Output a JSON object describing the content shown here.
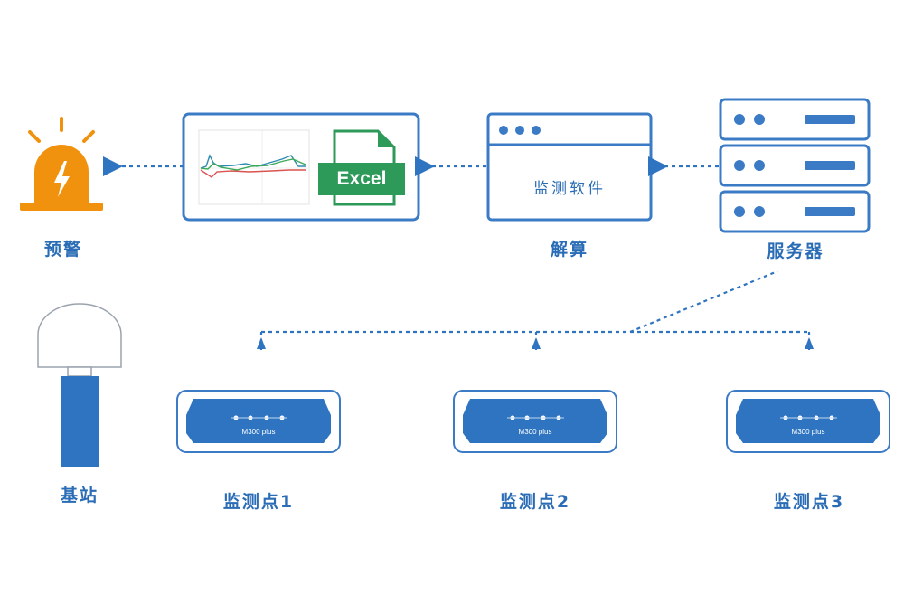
{
  "labels": {
    "alarm": "预警",
    "calc": "解算",
    "server": "服务器",
    "base_station": "基站",
    "point1": "监测点1",
    "point2": "监测点2",
    "point3": "监测点3"
  },
  "software_label": "监测软件",
  "excel_label": "Excel",
  "device_model": "M300 plus",
  "colors": {
    "primary": "#2f74c0",
    "border": "#3b7bc6",
    "alarm": "#f0920e",
    "excel": "#2e9a5a",
    "label": "#2a6cb5"
  }
}
